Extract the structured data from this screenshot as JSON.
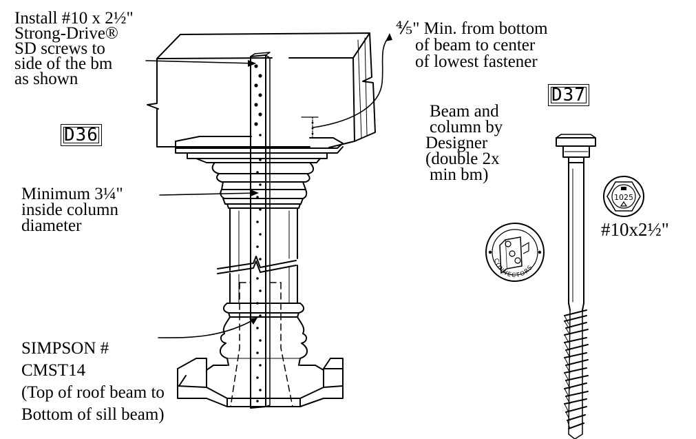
{
  "labels": {
    "install": [
      "Install #10 x 2½\"",
      "Strong-Drive®",
      "SD screws to",
      "side of the bm",
      "as shown"
    ],
    "min_bottom": [
      "⅘\" Min. from bottom",
      "of beam to center",
      "of lowest fastener"
    ],
    "beam_column": [
      "Beam and",
      "column by",
      "Designer",
      "(double 2x",
      "min bm)"
    ],
    "min_diameter": [
      "Minimum 3¼\"",
      "inside column",
      "diameter"
    ],
    "simpson": [
      "SIMPSON #",
      "CMST14",
      "(Top of roof beam to",
      "Bottom of sill beam)"
    ],
    "screw_size": "#10x2½\""
  },
  "detail_tags": {
    "left": "D36",
    "right": "D37"
  },
  "stamps": {
    "connectors_ring": "CONNECTORS",
    "screw_head_mark": "1025"
  },
  "icons": [
    "fastener-marker-icon",
    "connectors-logo-icon",
    "screw-head-icon"
  ]
}
